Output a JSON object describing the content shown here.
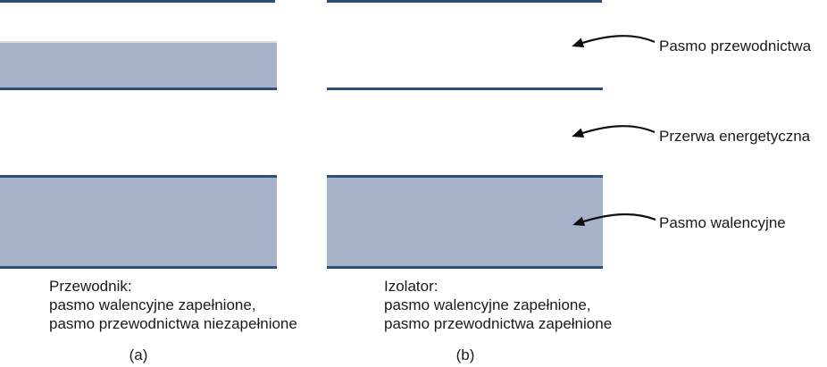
{
  "colors": {
    "band_fill": "#a6b3c8",
    "band_border": "#2b4e7a",
    "band_fill_top_edge": "#d7dbe2",
    "arrow": "#0f0f0f",
    "text": "#1a1a1a"
  },
  "panel_a": {
    "caption": "(a)",
    "description": {
      "line1": "Przewodnik:",
      "line2": "pasmo walencyjne zapełnione,",
      "line3": "pasmo przewodnictwa niezapełnione"
    }
  },
  "panel_b": {
    "caption": "(b)",
    "description": {
      "line1": "Izolator:",
      "line2": "pasmo walencyjne zapełnione,",
      "line3": "pasmo przewodnictwa zapełnione"
    }
  },
  "labels": {
    "conduction_band": "Pasmo przewodnictwa",
    "energy_gap": "Przerwa energetyczna",
    "valence_band": "Pasmo walencyjne"
  }
}
